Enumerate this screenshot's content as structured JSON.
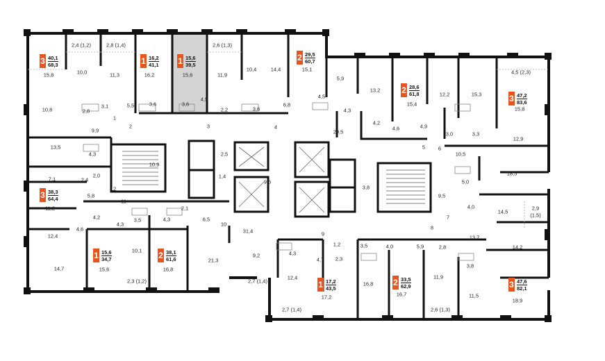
{
  "accent_color": "#e8541c",
  "highlight_fill": "#d4d4d4",
  "apartments": [
    {
      "rooms": "3",
      "total": "40,1",
      "living": "68,3"
    },
    {
      "rooms": "1",
      "total": "16,2",
      "living": "41,1"
    },
    {
      "rooms": "1",
      "total": "15,6",
      "living": "39,5"
    },
    {
      "rooms": "2",
      "total": "29,5",
      "living": "60,7"
    },
    {
      "rooms": "2",
      "total": "28,6",
      "living": "61,8"
    },
    {
      "rooms": "3",
      "total": "47,2",
      "living": "83,6"
    },
    {
      "rooms": "3",
      "total": "38,3",
      "living": "64,4"
    },
    {
      "rooms": "1",
      "total": "15,6",
      "living": "34,7"
    },
    {
      "rooms": "2",
      "total": "38,1",
      "living": "61,6"
    },
    {
      "rooms": "1",
      "total": "17,2",
      "living": "43,5"
    },
    {
      "rooms": "2",
      "total": "33,5",
      "living": "62,9"
    },
    {
      "rooms": "3",
      "total": "47,6",
      "living": "82,1"
    }
  ],
  "labels": [
    "2,4 (1,2)",
    "2,8 (1,4)",
    "2,6 (1,3)",
    "15,8",
    "10,0",
    "11,3",
    "16,2",
    "15,6",
    "11,9",
    "10,4",
    "14,4",
    "15,1",
    "5,9",
    "13,2",
    "15,4",
    "12,2",
    "15,3",
    "4,5 (2,3)",
    "15,8",
    "10,8",
    "2,8",
    "3,1",
    "5,5",
    "3,6",
    "3,6",
    "4,9",
    "2,2",
    "3,6",
    "6,8",
    "4,5",
    "4,3",
    "4,2",
    "4,6",
    "4,9",
    "3,0",
    "3,3",
    "1",
    "2",
    "3",
    "4",
    "29,5",
    "5",
    "6",
    "9,9",
    "13,5",
    "4,3",
    "10,9",
    "2,5",
    "1,4",
    "9,6",
    "3,8",
    "10,5",
    "12,9",
    "7,1",
    "2,4",
    "2,0",
    "5,8",
    "12",
    "11",
    "18,5",
    "5,0",
    "11,2",
    "4,2",
    "3,5",
    "2,1",
    "4,3",
    "6,5",
    "9,5",
    "4,0",
    "14,5",
    "2,9",
    "(1,5)",
    "12,4",
    "4,6",
    "4,3",
    "10",
    "31,4",
    "9",
    "8",
    "7",
    "13,7",
    "10,1",
    "1,2",
    "3,5",
    "4,0",
    "5,9",
    "2,8",
    "21,3",
    "9,2",
    "4,3",
    "4,7",
    "2,3",
    "14,2",
    "3,8",
    "14,7",
    "15,6",
    "16,8",
    "12,4",
    "16,8",
    "11,9",
    "2,3 (1,2)",
    "2,7 (1,4)",
    "17,2",
    "16,7",
    "11,5",
    "18,9",
    "2,7 (1,4)",
    "2,6 (1,3)"
  ]
}
